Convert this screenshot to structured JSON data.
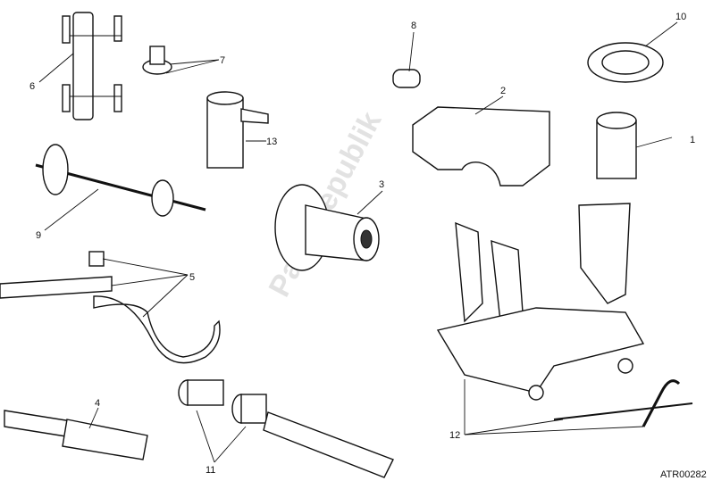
{
  "diagram": {
    "callouts": [
      "1",
      "2",
      "3",
      "4",
      "5",
      "6",
      "7",
      "8",
      "9",
      "10",
      "11",
      "12",
      "13"
    ],
    "reference_code": "ATR00282",
    "watermark": "PartsRepublik",
    "colors": {
      "line": "#111111",
      "watermark": "#d8d8d8"
    }
  }
}
